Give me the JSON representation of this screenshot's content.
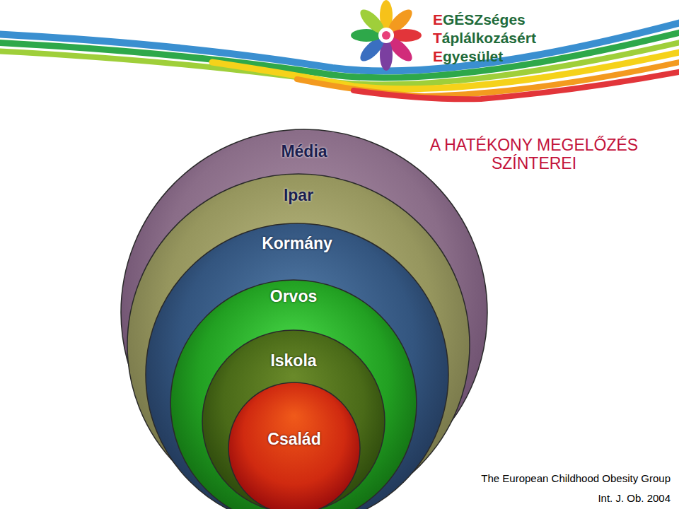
{
  "diagram": {
    "title": "A HATÉKONY MEGELŐZÉS SZÍNTEREI",
    "nodes": [
      {
        "text": [
          "Média"
        ]
      },
      {
        "text": [
          "Ipar"
        ],
        "in": 0
      },
      {
        "text": [
          "Kormány"
        ],
        "in": 1
      },
      {
        "text": [
          "Orvos"
        ],
        "in": 2
      },
      {
        "text": [
          "Iskola"
        ],
        "in": 3
      },
      {
        "text": [
          "Család"
        ],
        "in": 4
      }
    ],
    "labels": [
      "EGÉSZséges",
      "Táplálkozásért",
      "Egyesület",
      "The European Childhood Obesity Group",
      "Int. J. Ob. 2004"
    ]
  }
}
